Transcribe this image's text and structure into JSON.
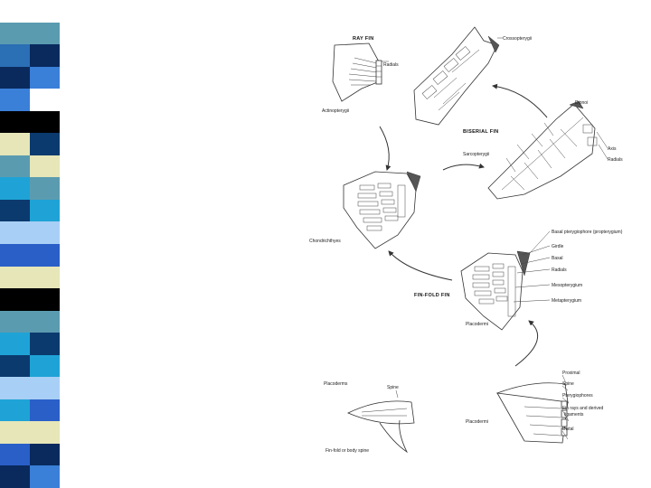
{
  "stripe": {
    "left_column": [
      "#ffffff",
      "#5b9bb0",
      "#2b6fb5",
      "#0a2a5e",
      "#3a7fd8",
      "#000000",
      "#e6e6b8",
      "#5b9bb0",
      "#1fa3d6",
      "#0b3a6e",
      "#a8cff5",
      "#2a5fc8",
      "#e6e6b8",
      "#000000",
      "#5b9bb0",
      "#1fa3d6",
      "#0b3a6e",
      "#a8cff5",
      "#1fa3d6",
      "#e6e6b8",
      "#2a5fc8",
      "#0a2a5e"
    ],
    "right_column": [
      "#ffffff",
      "#5b9bb0",
      "#0a2a5e",
      "#3a7fd8",
      "#ffffff",
      "#000000",
      "#0b3a6e",
      "#e6e6b8",
      "#5b9bb0",
      "#1fa3d6",
      "#a8cff5",
      "#2a5fc8",
      "#e6e6b8",
      "#000000",
      "#5b9bb0",
      "#0b3a6e",
      "#1fa3d6",
      "#a8cff5",
      "#2a5fc8",
      "#e6e6b8",
      "#0a2a5e",
      "#3a7fd8"
    ]
  },
  "figure": {
    "ray_fin": {
      "title": "RAY FIN",
      "radials": "Radials",
      "actinopterygii": "Actinopterygii",
      "crossopterygii": "Crossopterygii"
    },
    "biserial_fin": {
      "title": "BISERIAL FIN",
      "sarcopterygii": "Sarcopterygii",
      "dipnoi": "Dipnoi",
      "axis": "Axis",
      "radials": "Radials"
    },
    "chondrichthyes": "Chondrichthyes",
    "fin_fold_fin": {
      "title": "FIN-FOLD FIN",
      "labels": [
        "Basal pterygiophore (propterygium)",
        "Girdle",
        "Basal",
        "Radials",
        "Mesopterygium",
        "Metapterygium"
      ],
      "placodermi": "Placodermi"
    },
    "spine_fin": {
      "placoderms": "Placoderms",
      "spine": "Spine",
      "fin_fold": "Fin-fold or body spine",
      "placodermi": "Placodermi",
      "right_labels": [
        "Proximal",
        "Spine",
        "Pterygiophores",
        "Fin rays and derived",
        "Distal"
      ],
      "right_sublabel": "ligaments"
    }
  }
}
